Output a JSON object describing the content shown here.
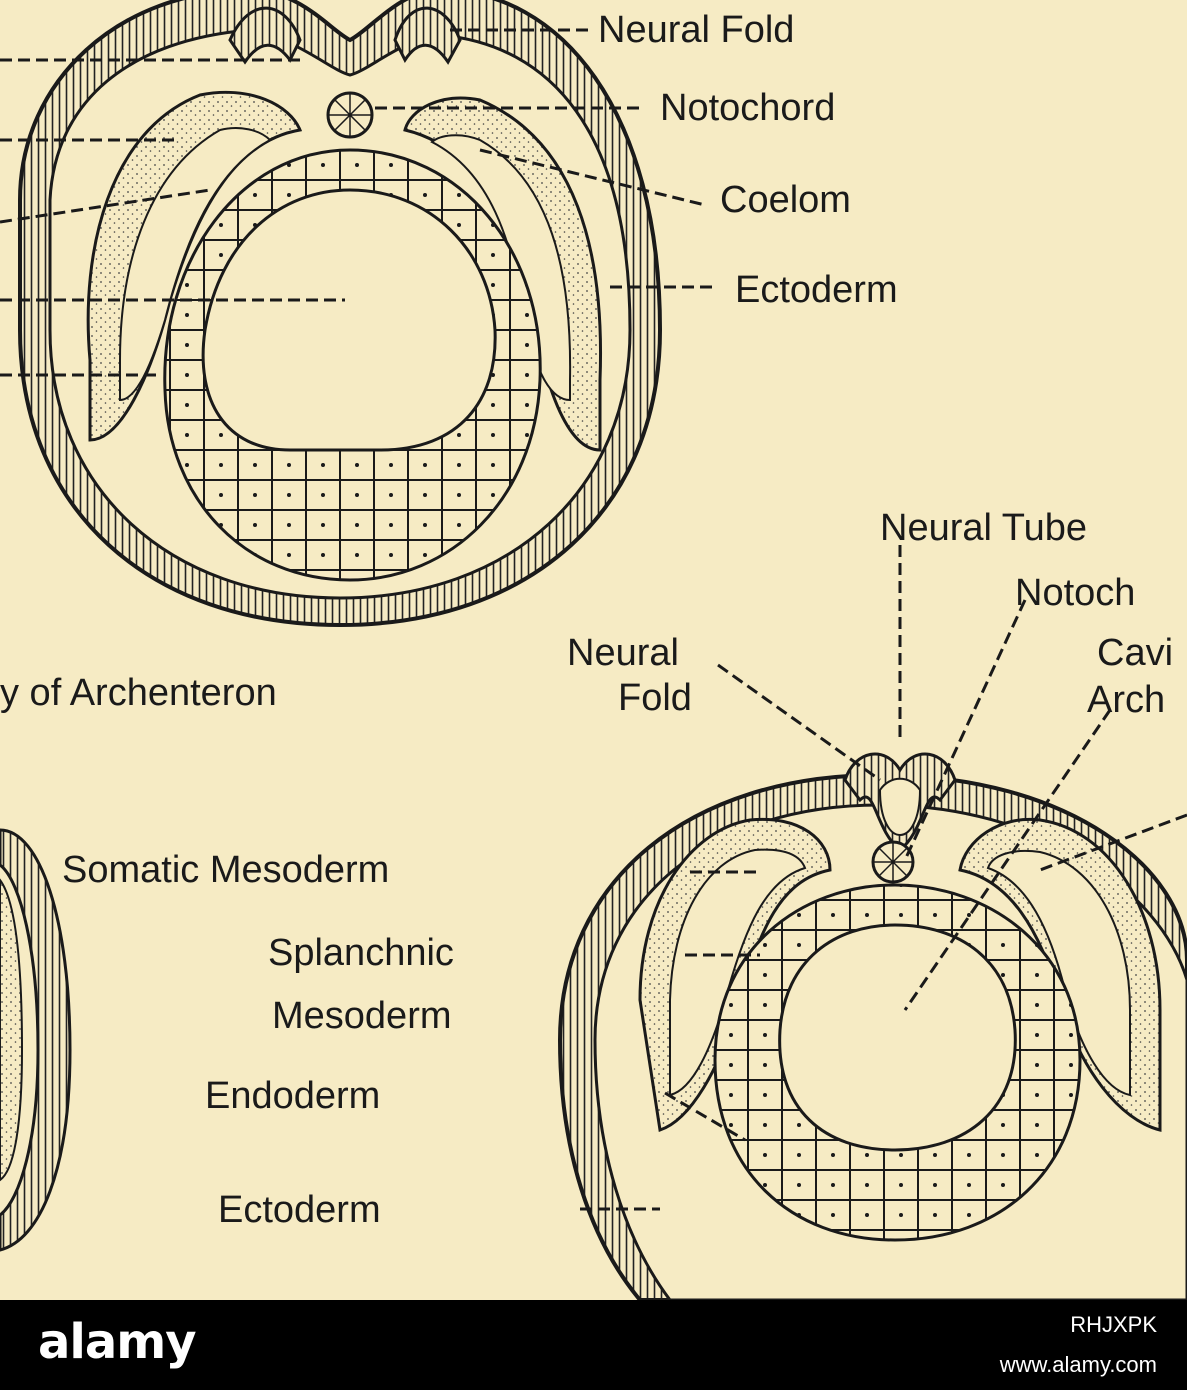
{
  "top_section": {
    "labels": {
      "neural_fold": "Neural Fold",
      "notochord": "Notochord",
      "coelom": "Coelom",
      "ectoderm": "Ectoderm",
      "cavity_of_archenteron": "y of Archenteron"
    }
  },
  "bottom_section": {
    "labels": {
      "neural_tube": "Neural Tube",
      "notochord_partial": "Notoch",
      "neural": "Neural",
      "fold": "Fold",
      "cavity_partial": "Cavi",
      "archenteron_partial": "Arch",
      "somatic_mesoderm": "Somatic Mesoderm",
      "splanchnic": "Splanchnic",
      "mesoderm": "Mesoderm",
      "endoderm": "Endoderm",
      "ectoderm": "Ectoderm"
    }
  },
  "footer": {
    "logo": "alamy",
    "image_id": "RHJXPK",
    "site": "www.alamy.com"
  },
  "colors": {
    "paper": "#f6ebc4",
    "ink": "#1a1a1a",
    "footer_bg": "#000000"
  }
}
